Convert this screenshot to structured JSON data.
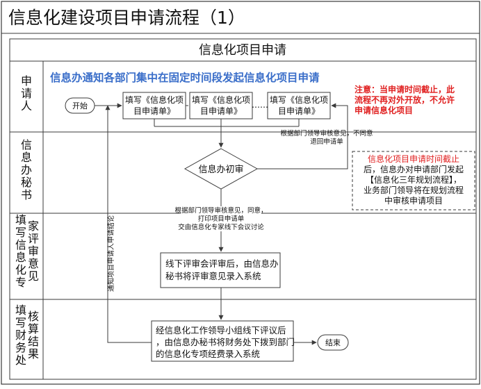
{
  "title": "信息化建设项目申请流程（1）",
  "subtitle": "信息化项目申请",
  "lanes": [
    {
      "id": "applicant",
      "label": "申请人"
    },
    {
      "id": "secretary",
      "label": "信息办秘书"
    },
    {
      "id": "expert",
      "label": "填写信息化专家评审意见"
    },
    {
      "id": "finance",
      "label": "填写财务处核算结果"
    }
  ],
  "banner": "信息办通知各部门集中在固定时间段发起信息化项目申请",
  "note_red": "注意：当申请时间截止，此流程不再对外开放，不允许申请信息化项目",
  "note_box": {
    "line1": "信息化项目申请时间截止",
    "line2": "后，信息办对申请部门发起",
    "line3": "【信息化三年规划流程】，",
    "line4": "业务部门领导将在规划流程",
    "line5": "中审核申请项目"
  },
  "nodes": {
    "start": "开始",
    "form": "填写《信息化项目申请单》",
    "review": "信息办初审",
    "expert": "线下评审会评审后，由信息办秘书将评审意见录入系统",
    "finance": "经信息化工作领导小组线下评议后，由信息办秘书将财务处下拨到部门的信息化专项经费录入系统",
    "end": "结束",
    "dots": "……"
  },
  "edges": {
    "reject": "根据部门领导审核意见，不同意退回申请单",
    "approve": "根据部门领导审核意见，同意，打印项目申请单交由信息化专家线下会议讨论",
    "notify": "通知项目申请人申请结论"
  },
  "colors": {
    "line": "#3a3a3a",
    "box_fill": "#ffffff",
    "banner": "#3a6ec9",
    "note_red": "#e02020",
    "note_box_red": "#e02020",
    "lane_fill": "#ffffff"
  }
}
